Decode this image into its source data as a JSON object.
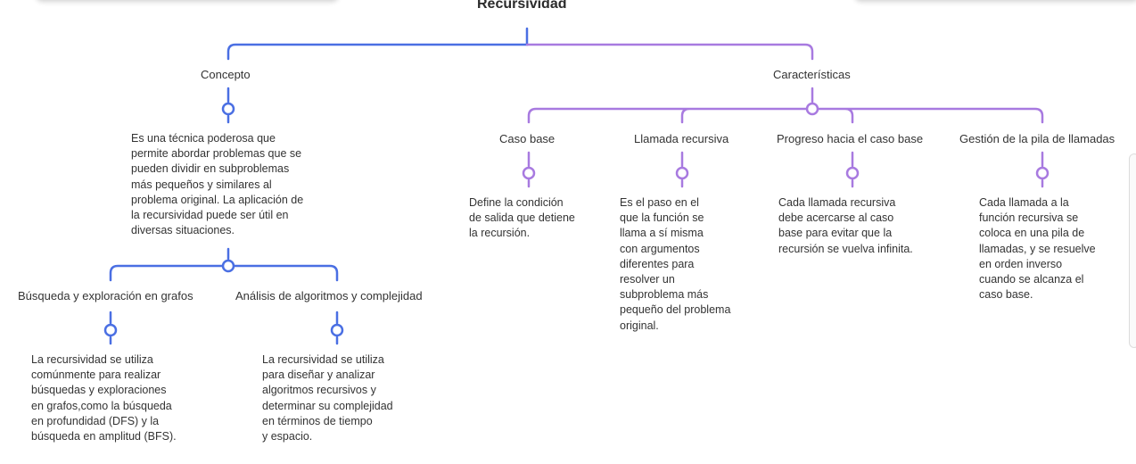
{
  "root": {
    "title": "Recursividad"
  },
  "concepto": {
    "label": "Concepto",
    "desc": "Es una técnica poderosa que\npermite abordar problemas que se\npueden dividir en subproblemas\nmás pequeños y similares al\nproblema original. La aplicación de\nla recursividad puede ser útil en\ndiversas situaciones.",
    "children": [
      {
        "label": "Búsqueda y exploración en grafos",
        "desc": "La recursividad se utiliza\ncomúnmente para realizar\nbúsquedas y exploraciones\nen grafos,como la búsqueda\nen profundidad (DFS) y la\nbúsqueda en amplitud (BFS)."
      },
      {
        "label": "Análisis de algoritmos y complejidad",
        "desc": "La recursividad se utiliza\npara diseñar y analizar\nalgoritmos recursivos y\ndeterminar su complejidad\nen términos de tiempo\ny espacio."
      }
    ]
  },
  "caracteristicas": {
    "label": "Características",
    "children": [
      {
        "label": "Caso base",
        "desc": "Define la condición\nde salida que detiene\nla recursión."
      },
      {
        "label": "Llamada recursiva",
        "desc": "Es el paso en el\nque la función se\nllama a sí misma\ncon argumentos\ndiferentes para\nresolver un\nsubproblema más\npequeño del problema\noriginal."
      },
      {
        "label": "Progreso hacia el caso base",
        "desc": "Cada llamada recursiva\ndebe acercarse al caso\nbase para evitar que la\nrecursión se vuelva infinita."
      },
      {
        "label": "Gestión de la pila de llamadas",
        "desc": "Cada llamada a la\nfunción recursiva se\ncoloca en una pila de\nllamadas, y se resuelve\nen orden inverso\ncuando se alcanza el\ncaso base."
      }
    ]
  },
  "colors": {
    "blue": "#4a6fe3",
    "purple": "#a87ae0"
  }
}
